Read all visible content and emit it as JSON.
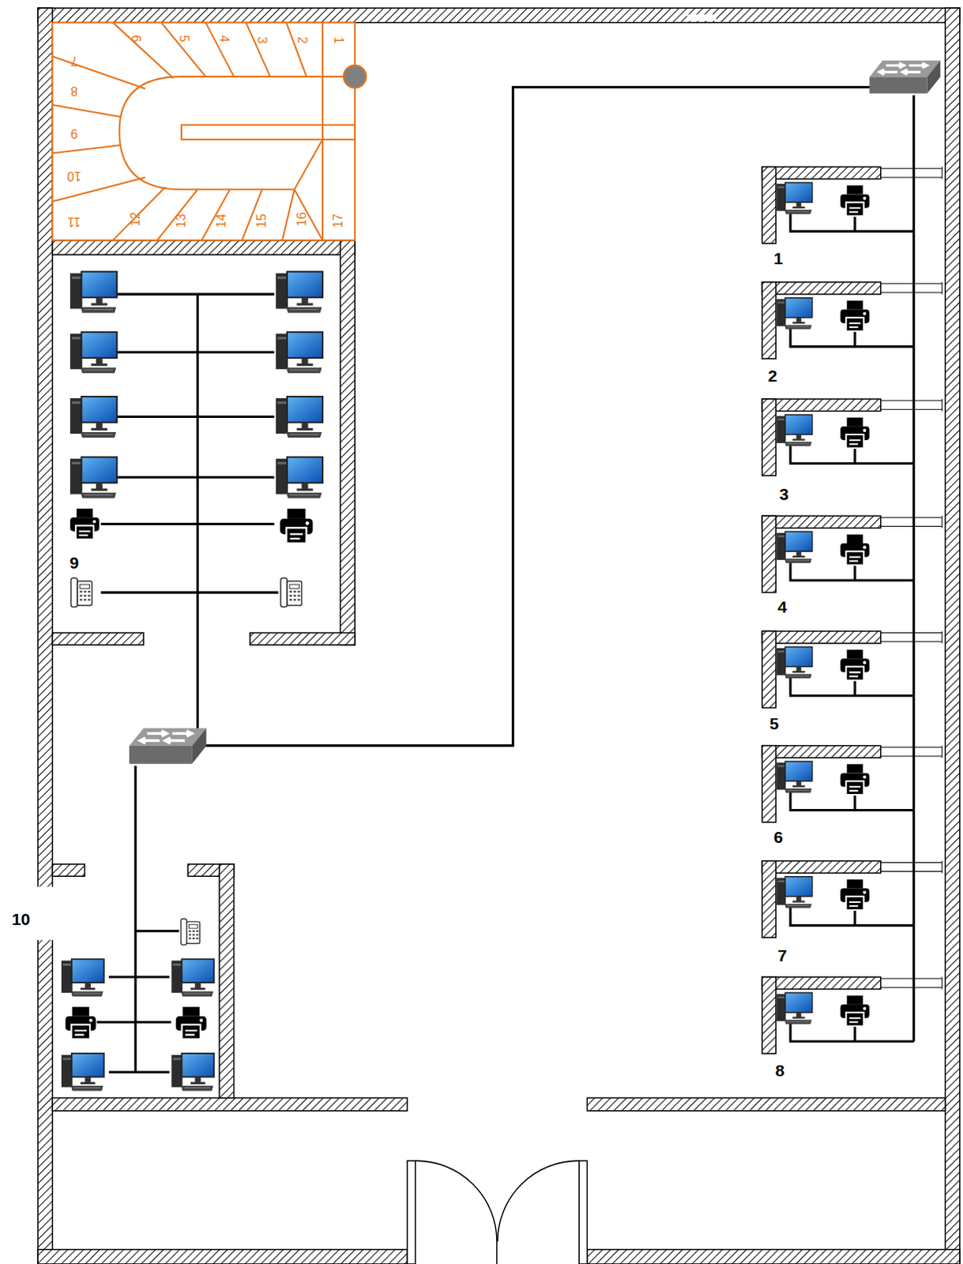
{
  "diagram": {
    "labels": [
      "1",
      "2",
      "3",
      "4",
      "5",
      "6",
      "7",
      "8",
      "9",
      "10",
      "11",
      "12",
      "13",
      "14",
      "15",
      "16",
      "17",
      "1",
      "2",
      "3",
      "4",
      "5",
      "6",
      "7",
      "8",
      "9",
      "10"
    ]
  }
}
